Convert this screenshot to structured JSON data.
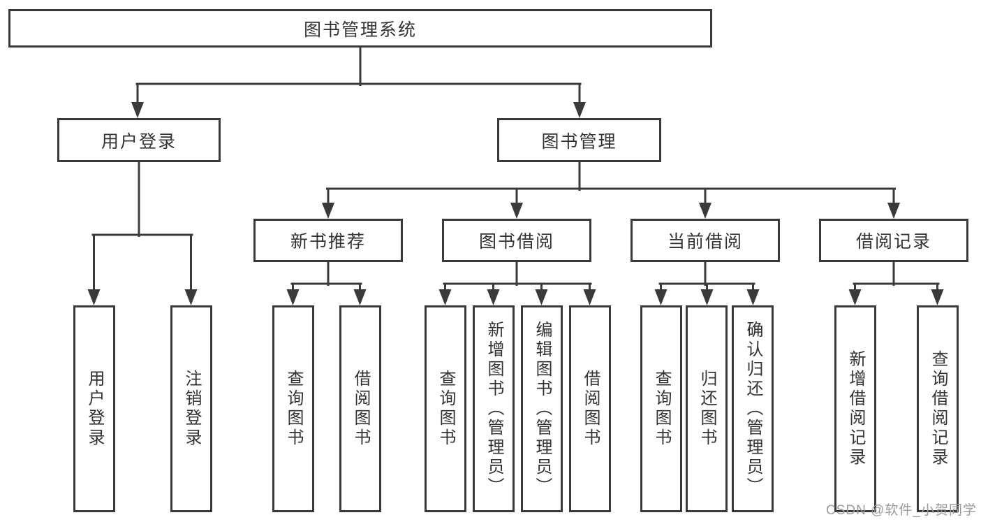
{
  "tree": {
    "root": {
      "label": "图书管理系统",
      "children": [
        {
          "label": "用户登录",
          "children": [
            {
              "label": "用户登录"
            },
            {
              "label": "注销登录"
            }
          ]
        },
        {
          "label": "图书管理",
          "children": [
            {
              "label": "新书推荐",
              "children": [
                {
                  "label": "查询图书"
                },
                {
                  "label": "借阅图书"
                }
              ]
            },
            {
              "label": "图书借阅",
              "children": [
                {
                  "label": "查询图书"
                },
                {
                  "label": "新增图书（管理员）"
                },
                {
                  "label": "编辑图书（管理员）"
                },
                {
                  "label": "借阅图书"
                }
              ]
            },
            {
              "label": "当前借阅",
              "children": [
                {
                  "label": "查询图书"
                },
                {
                  "label": "归还图书"
                },
                {
                  "label": "确认归还（管理员）"
                }
              ]
            },
            {
              "label": "借阅记录",
              "children": [
                {
                  "label": "新增借阅记录"
                },
                {
                  "label": "查询借阅记录"
                }
              ]
            }
          ]
        }
      ]
    }
  },
  "watermark": {
    "text": "CSDN @软件_小贺同学"
  },
  "colors": {
    "line": "#3a3a3a",
    "text": "#333333",
    "watermark": "#9b9b9b",
    "background": "#ffffff"
  }
}
